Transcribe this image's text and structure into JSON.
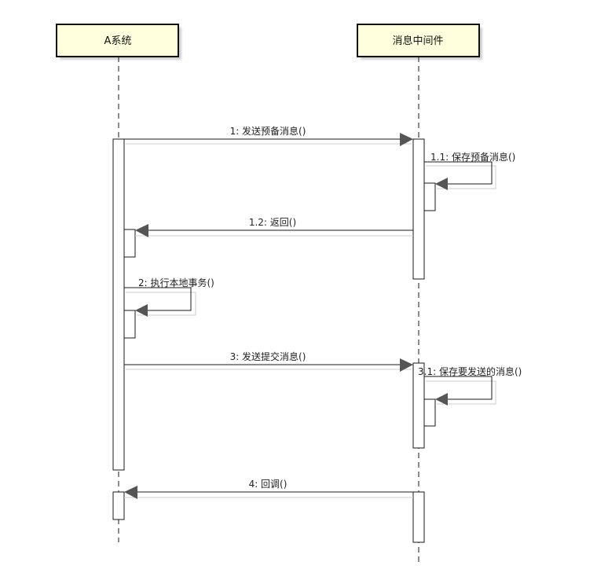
{
  "participants": {
    "a_system": {
      "name": "A系统"
    },
    "middleware": {
      "name": "消息中间件"
    }
  },
  "messages": {
    "m1": "1: 发送预备消息()",
    "m1_1": "1.1: 保存预备消息()",
    "m1_2": "1.2: 返回()",
    "m2": "2: 执行本地事务()",
    "m3": "3: 发送提交消息()",
    "m3_1": "3.1: 保存要发送的消息()",
    "m4": "4: 回调()"
  },
  "colors": {
    "header_fill": "#ffffdd",
    "header_shadow": "#cfcfcf",
    "line": "#1a1a1a",
    "arrow_fill": "#555555",
    "guide": "#cccccc"
  }
}
